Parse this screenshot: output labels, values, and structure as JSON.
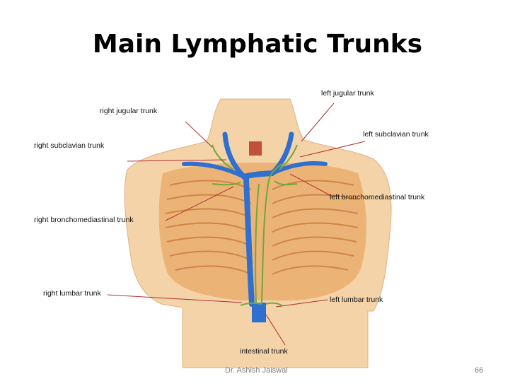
{
  "slide": {
    "title": "Main Lymphatic Trunks",
    "author": "Dr. Ashish Jaiswal",
    "page_number": "66"
  },
  "labels": {
    "left_jugular": "left jugular trunk",
    "right_jugular": "right jugular trunk",
    "left_subclavian": "left subclavian trunk",
    "right_subclavian": "right subclavian trunk",
    "left_bronchomediastinal": "left bronchomediastinal trunk",
    "right_bronchomediastinal": "right bronchomediastinal trunk",
    "right_lumbar": "right lumbar trunk",
    "left_lumbar": "left lumbar trunk",
    "intestinal": "intestinal trunk"
  },
  "colors": {
    "skin": "#f2d2a8",
    "rib": "#e8a060",
    "vein": "#2f6fd0",
    "lymph": "#6fa83a",
    "leader": "#b03030",
    "footer_text": "#7f7f7f"
  }
}
